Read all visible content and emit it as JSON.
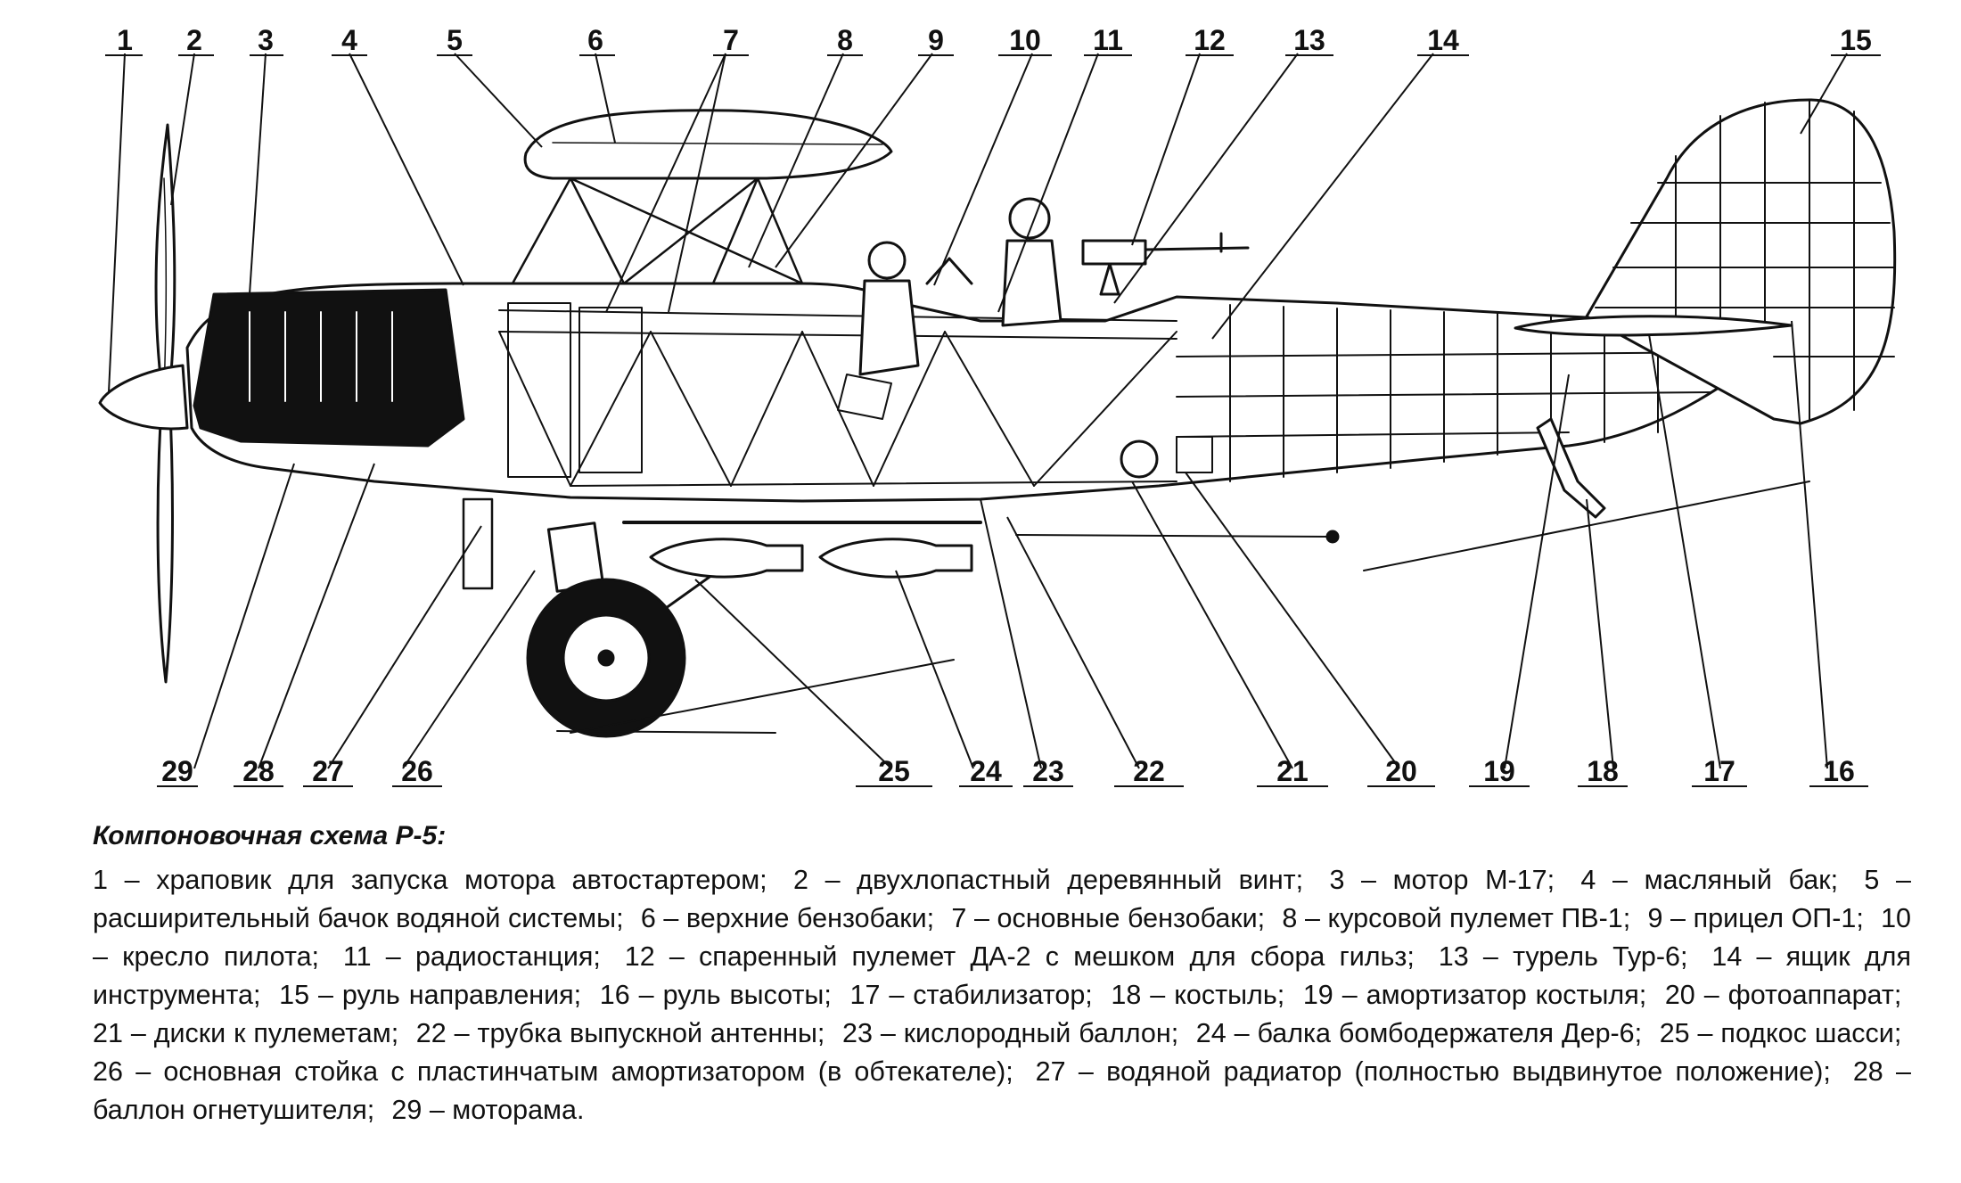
{
  "callouts": [
    "1",
    "2",
    "3",
    "4",
    "5",
    "6",
    "7",
    "8",
    "9",
    "10",
    "11",
    "12",
    "13",
    "14",
    "15",
    "16",
    "17",
    "18",
    "19",
    "20",
    "21",
    "22",
    "23",
    "24",
    "25",
    "26",
    "27",
    "28",
    "29"
  ],
  "caption": {
    "title": "Компоновочная схема Р-5:",
    "items": [
      "1 – храповик для запуска мотора автостартером;",
      "2 – двухлопастный деревянный винт;",
      "3 – мотор М-17;",
      "4 – масляный бак;",
      "5 – расширительный бачок водяной системы;",
      "6 – верхние бензобаки;",
      "7 – основные бензобаки;",
      "8 – курсовой пулемет ПВ-1;",
      "9 – прицел ОП-1;",
      "10 – кресло пилота;",
      "11 – радиостанция;",
      "12 – спаренный пулемет ДА-2 с мешком для сбора гильз;",
      "13 – турель Тур-6;",
      "14 – ящик для инструмента;",
      "15 – руль направления;",
      "16 – руль высоты;",
      "17 – стабилизатор;",
      "18 – костыль;",
      "19 – амортизатор костыля;",
      "20 – фотоаппарат;",
      "21 – диски к пулеметам;",
      "22 – трубка выпускной антенны;",
      "23 – кислородный баллон;",
      "24 – балка бомбодержателя Дер-6;",
      "25 – подкос шасси;",
      "26 – основная стойка с пластинчатым амортизатором (в обтекателе);",
      "27 – водяной радиатор (полностью выдвинутое положение);",
      "28 – баллон огнетушителя;",
      "29 – моторама."
    ]
  }
}
